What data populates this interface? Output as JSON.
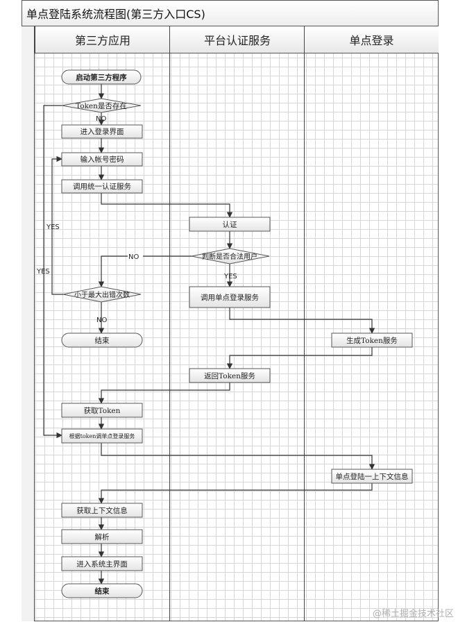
{
  "title": "单点登陆系统流程图(第三方入口CS)",
  "lanes": [
    "第三方应用",
    "平台认证服务",
    "单点登录"
  ],
  "nodes": {
    "start": "启动第三方程序",
    "token_exists": "Token是否存在",
    "enter_login": "进入登录界面",
    "input_account": "输入帐号密码",
    "call_auth": "调用统一认证服务",
    "auth": "认证",
    "is_valid_user": "判断是否合法用户",
    "less_than_max": "小于最大出错次数",
    "call_sso": "调用单点登录服务",
    "end1": "结束",
    "gen_token": "生成Token服务",
    "return_token": "返回Token服务",
    "get_token": "获取Token",
    "sso_by_token": "根据token调单点登录服务",
    "sso_context": "单点登陆一上下文信息",
    "get_context": "获取上下文信息",
    "parse": "解析",
    "enter_main": "进入系统主界面",
    "end2": "结束"
  },
  "labels": {
    "no1": "NO",
    "yes_outer": "YES",
    "yes_inner": "YES",
    "no_invalid": "NO",
    "yes_valid": "YES",
    "no_retry": "NO"
  },
  "watermark": "@稀土掘金技术社区"
}
